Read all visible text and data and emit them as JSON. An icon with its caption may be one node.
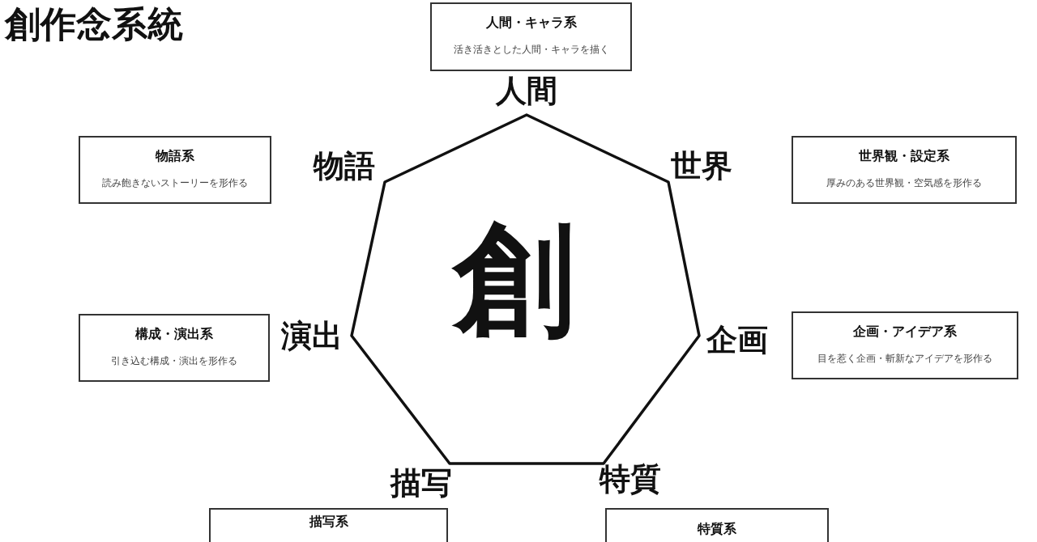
{
  "diagram": {
    "title": "創作念系統",
    "nodes": [
      {
        "text": [
          "人間・キャラ系",
          "活き活きとした人間・キャラを描く"
        ]
      },
      {
        "text": [
          "物語系",
          "読み飽きないストーリーを形作る"
        ]
      },
      {
        "text": [
          "世界観・設定系",
          "厚みのある世界観・空気感を形作る"
        ]
      },
      {
        "text": [
          "創"
        ],
        "beside": [
          "人間",
          "世界",
          "企画",
          "特質",
          "描写",
          "演出",
          "物語"
        ]
      },
      {
        "text": [
          "構成・演出系",
          "引き込む構成・演出を形作る"
        ]
      },
      {
        "text": [
          "企画・アイデア系",
          "目を惹く企画・斬新なアイデアを形作る"
        ]
      },
      {
        "text": [
          "描写系"
        ]
      },
      {
        "text": [
          "特質系"
        ]
      }
    ]
  }
}
